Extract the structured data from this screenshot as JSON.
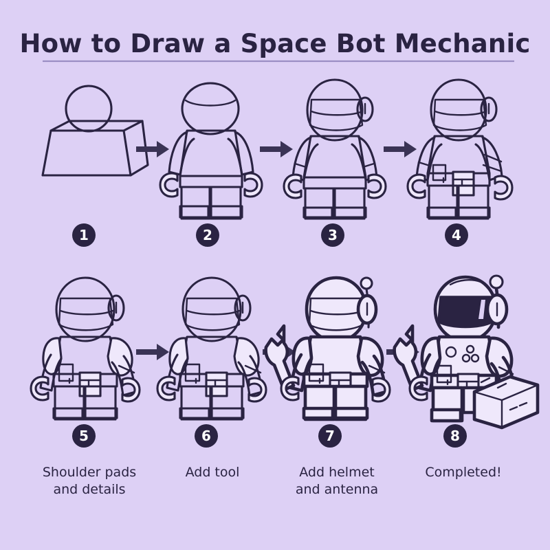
{
  "page": {
    "title": "How to Draw a Space Bot Mechanic",
    "background_color": "#ddd0f5",
    "ink_color": "#2a2342",
    "accent_color": "#9b8ec4",
    "subject": "Space Bot Mechanic minifigure",
    "type": "step-by-step drawing tutorial",
    "total_steps": 8,
    "rows": 2,
    "columns": 4
  },
  "steps": [
    {
      "number": "1",
      "badge": "1",
      "caption": "",
      "drawing_name": "head-circle-and-body-trapezoid",
      "elements": [
        "circle head",
        "trapezoid torso",
        "3D side panel"
      ]
    },
    {
      "number": "2",
      "badge": "2",
      "caption": "",
      "drawing_name": "full-minifigure-body",
      "elements": [
        "rounded head",
        "torso",
        "arms",
        "claw hands",
        "legs",
        "feet"
      ]
    },
    {
      "number": "3",
      "badge": "3",
      "caption": "",
      "drawing_name": "helmet-added",
      "elements": [
        "dome helmet",
        "visor outline",
        "ear pod",
        "arm bands"
      ]
    },
    {
      "number": "4",
      "badge": "4",
      "caption": "",
      "drawing_name": "belt-and-pouch",
      "elements": [
        "helmet",
        "belt",
        "belt pouch",
        "arm plates"
      ]
    },
    {
      "number": "5",
      "badge": "5",
      "caption": "Shoulder pads\nand details",
      "caption_line1": "Shoulder pads",
      "caption_line2": "and details",
      "drawing_name": "shoulder-pads-and-details",
      "elements": [
        "shoulder pads",
        "belt",
        "two pouches",
        "helmet"
      ]
    },
    {
      "number": "6",
      "badge": "6",
      "caption": "Add tool",
      "caption_line1": "Add tool",
      "caption_line2": "",
      "drawing_name": "add-tool-step",
      "elements": [
        "shoulder pads",
        "belt pouches",
        "helmet"
      ]
    },
    {
      "number": "7",
      "badge": "7",
      "caption": "Add helmet\nand antenna",
      "caption_line1": "Add helmet",
      "caption_line2": "and antenna",
      "drawing_name": "add-helmet-and-antenna",
      "elements": [
        "antenna with ball tip",
        "ear pod",
        "wrench tool",
        "belt pouch"
      ]
    },
    {
      "number": "8",
      "badge": "8",
      "caption": "Completed!",
      "caption_line1": "Completed!",
      "caption_line2": "",
      "drawing_name": "completed-space-bot-mechanic",
      "elements": [
        "dark filled visor",
        "antenna",
        "chest buttons",
        "shoulder pads",
        "wrench",
        "tool box"
      ]
    }
  ],
  "arrows": {
    "count": 6,
    "direction": "right",
    "color": "#3a3355"
  }
}
